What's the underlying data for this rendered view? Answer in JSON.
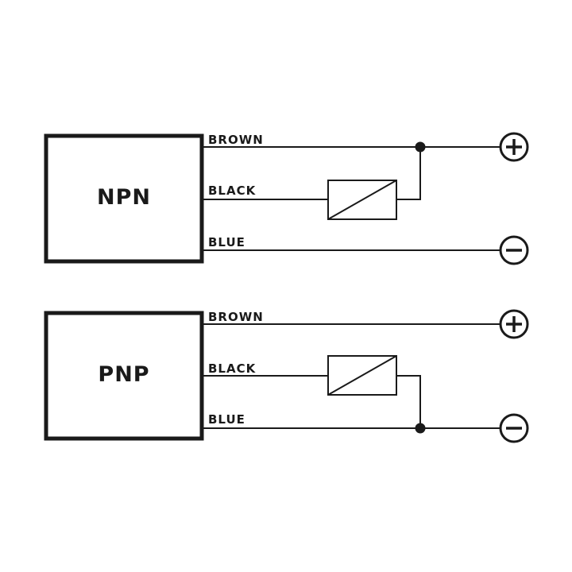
{
  "diagram": {
    "npn": {
      "label": "NPN",
      "wires": {
        "brown": "BROWN",
        "black": "BLACK",
        "blue": "BLUE"
      }
    },
    "pnp": {
      "label": "PNP",
      "wires": {
        "brown": "BROWN",
        "black": "BLACK",
        "blue": "BLUE"
      }
    }
  },
  "colors": {
    "line": "#1a1a1a",
    "background": "#ffffff"
  },
  "icons": {
    "positive": "plus-terminal-icon",
    "negative": "minus-terminal-icon"
  }
}
